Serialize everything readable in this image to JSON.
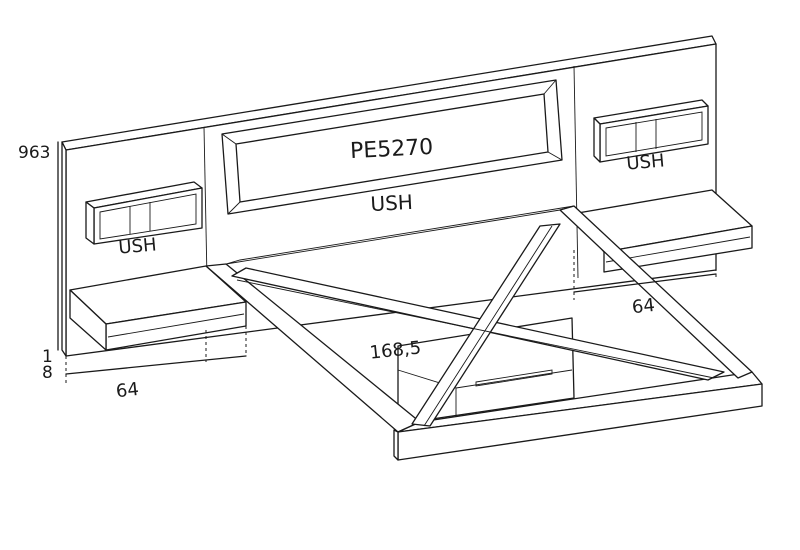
{
  "headboard": {
    "model_code": "PE5270",
    "finish_center": "USH"
  },
  "shelves": {
    "left_finish": "USH",
    "right_finish": "USH"
  },
  "dimensions": {
    "height": "963",
    "nightstand_width_left": "64",
    "nightstand_width_right": "64",
    "bed_width": "168,5",
    "base_a": "1",
    "base_b": "8"
  }
}
